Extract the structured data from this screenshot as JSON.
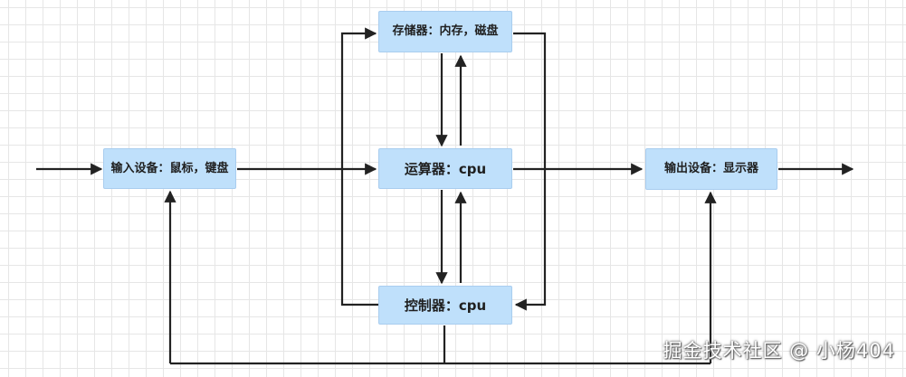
{
  "diagram": {
    "nodes": {
      "input": "输入设备：鼠标，键盘",
      "memory": "存储器：内存，磁盘",
      "alu": "运算器：cpu",
      "control": "控制器：cpu",
      "output": "输出设备：显示器"
    }
  },
  "watermark": "掘金技术社区 @ 小杨404",
  "colors": {
    "node_fill": "#bfe0fb",
    "line": "#222222",
    "grid": "#e6e6e6"
  }
}
